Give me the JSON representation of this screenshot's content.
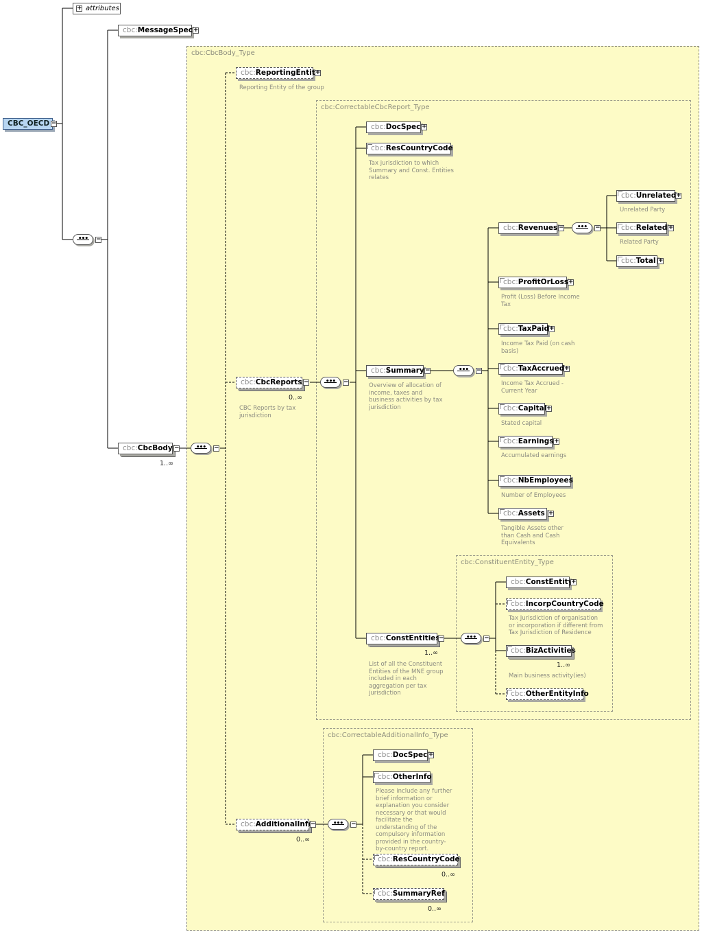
{
  "root": {
    "label": "CBC_OECD"
  },
  "attributes": {
    "label": "attributes"
  },
  "types": {
    "cbcbody": "cbc:CbcBody_Type",
    "correctable_report": "cbc:CorrectableCbcReport_Type",
    "constituent": "cbc:ConstituentEntity_Type",
    "additional": "cbc:CorrectableAdditionalInfo_Type"
  },
  "nodes": {
    "messagespec": {
      "prefix": "cbc:",
      "name": "MessageSpec"
    },
    "cbcbody": {
      "prefix": "cbc:",
      "name": "CbcBody",
      "card": "1..∞"
    },
    "reportingentity": {
      "prefix": "cbc:",
      "name": "ReportingEntity",
      "desc": "Reporting Entity of the group"
    },
    "cbcreports": {
      "prefix": "cbc:",
      "name": "CbcReports",
      "card": "0..∞",
      "desc": "CBC Reports by tax jurisdiction"
    },
    "additionalinfo": {
      "prefix": "cbc:",
      "name": "AdditionalInfo",
      "card": "0..∞"
    },
    "docspec1": {
      "prefix": "cbc:",
      "name": "DocSpec"
    },
    "rescountrycode1": {
      "prefix": "cbc:",
      "name": "ResCountryCode",
      "desc": "Tax jurisdiction to which Summary and Const. Entities relates"
    },
    "summary": {
      "prefix": "cbc:",
      "name": "Summary",
      "desc": "Overview of allocation of income, taxes and business activities by tax jurisdiction"
    },
    "constentities": {
      "prefix": "cbc:",
      "name": "ConstEntities",
      "card": "1..∞",
      "desc": "List of all the Constituent Entities of the MNE group included in each aggregation per tax jurisdiction"
    },
    "revenues": {
      "prefix": "cbc:",
      "name": "Revenues"
    },
    "unrelated": {
      "prefix": "cbc:",
      "name": "Unrelated",
      "desc": "Unrelated Party"
    },
    "related": {
      "prefix": "cbc:",
      "name": "Related",
      "desc": "Related Party"
    },
    "total": {
      "prefix": "cbc:",
      "name": "Total"
    },
    "profitorloss": {
      "prefix": "cbc:",
      "name": "ProfitOrLoss",
      "desc": "Profit (Loss) Before Income Tax"
    },
    "taxpaid": {
      "prefix": "cbc:",
      "name": "TaxPaid",
      "desc": "Income Tax Paid (on cash basis)"
    },
    "taxaccrued": {
      "prefix": "cbc:",
      "name": "TaxAccrued",
      "desc": "Income Tax Accrued - Current Year"
    },
    "capital": {
      "prefix": "cbc:",
      "name": "Capital",
      "desc": "Stated capital"
    },
    "earnings": {
      "prefix": "cbc:",
      "name": "Earnings",
      "desc": "Accumulated earnings"
    },
    "nbemployees": {
      "prefix": "cbc:",
      "name": "NbEmployees",
      "desc": "Number of Employees"
    },
    "assets": {
      "prefix": "cbc:",
      "name": "Assets",
      "desc": "Tangible Assets other than Cash and Cash Equivalents"
    },
    "constentity": {
      "prefix": "cbc:",
      "name": "ConstEntity"
    },
    "incorpcountrycode": {
      "prefix": "cbc:",
      "name": "IncorpCountryCode",
      "desc": "Tax Jurisdiction of organisation or incorporation if different from Tax Jurisdiction of Residence"
    },
    "bizactivities": {
      "prefix": "cbc:",
      "name": "BizActivities",
      "card": "1..∞",
      "desc": "Main business activity(ies)"
    },
    "otherentityinfo": {
      "prefix": "cbc:",
      "name": "OtherEntityInfo"
    },
    "docspec2": {
      "prefix": "cbc:",
      "name": "DocSpec"
    },
    "otherinfo": {
      "prefix": "cbc:",
      "name": "OtherInfo",
      "desc": "Please include any further brief information or explanation you consider necessary or that would facilitate the understanding of the compulsory information provided in the country-by-country report."
    },
    "rescountrycode2": {
      "prefix": "cbc:",
      "name": "ResCountryCode",
      "card": "0..∞"
    },
    "summaryref": {
      "prefix": "cbc:",
      "name": "SummaryRef",
      "card": "0..∞"
    }
  },
  "symbols": {
    "expand": "+",
    "collapse": "−",
    "sequence": "•••"
  }
}
